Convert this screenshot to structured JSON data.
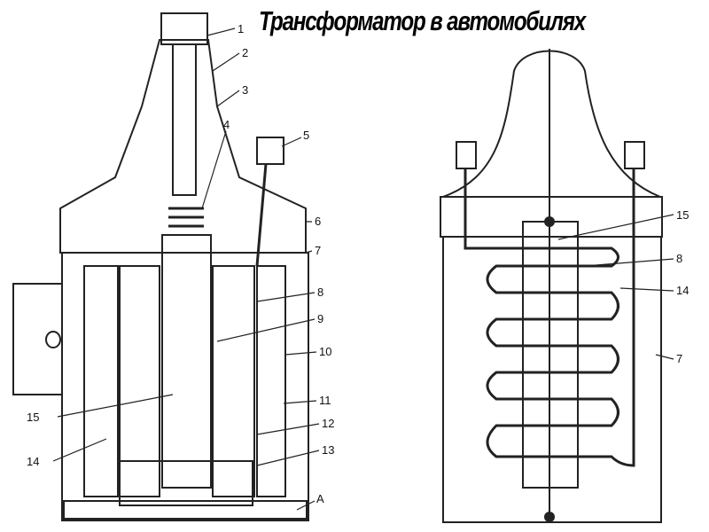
{
  "title": "Трансформатор  в автомобилях",
  "left_diagram": {
    "labels": [
      "1",
      "2",
      "3",
      "4",
      "5",
      "6",
      "7",
      "8",
      "9",
      "10",
      "11",
      "12",
      "13",
      "A",
      "15",
      "14"
    ]
  },
  "right_diagram": {
    "labels": [
      "15",
      "8",
      "14",
      "7"
    ]
  }
}
